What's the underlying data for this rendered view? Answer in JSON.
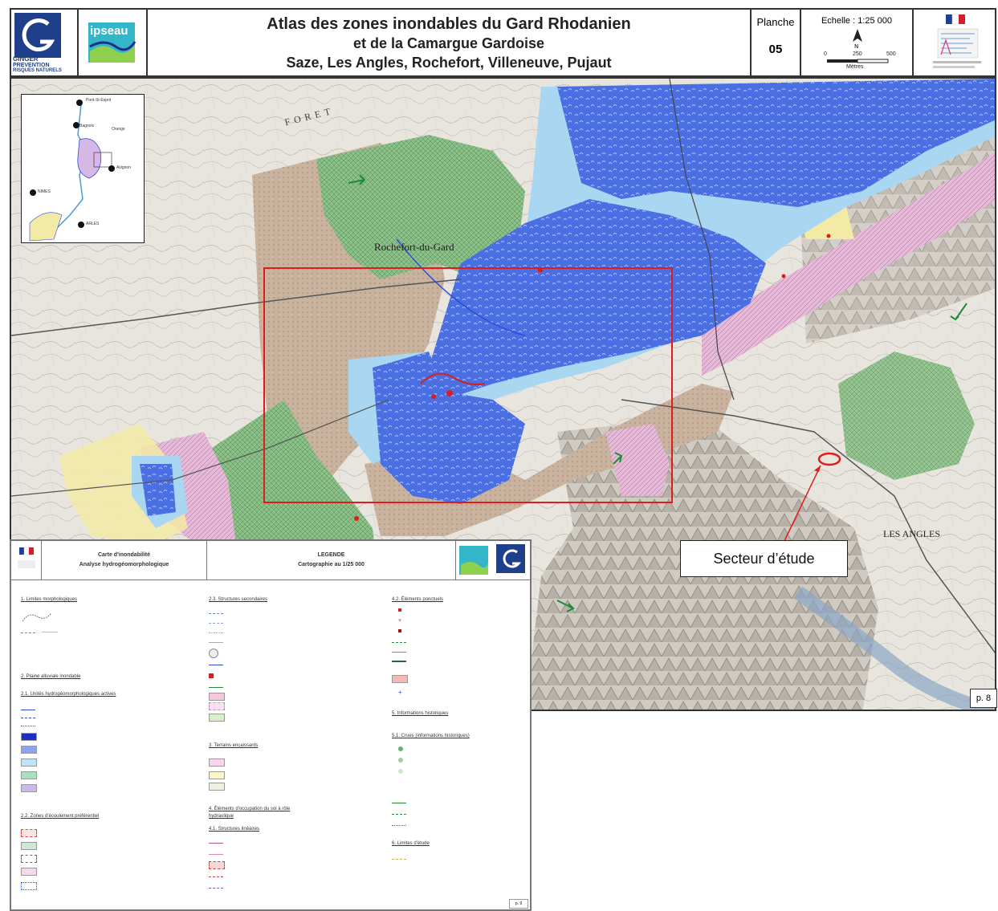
{
  "header": {
    "logo_ginger_text": "GINGER",
    "logo_ginger_sub1": "PREVENTION",
    "logo_ginger_sub2": "RISQUES NATURELS",
    "logo_ipseau_text": "ipseau",
    "title_line1": "Atlas des zones inondables du Gard Rhodanien",
    "title_line2": "et de la Camargue Gardoise",
    "title_line3": "Saze, Les Angles, Rochefort, Villeneuve, Pujaut",
    "planche_label": "Planche",
    "planche_value": "05",
    "echelle_label": "Echelle : 1:25 000",
    "scale_ticks": [
      "0",
      "250",
      "500"
    ],
    "scale_unit": "Mètres"
  },
  "map": {
    "place_labels": {
      "rochefort": "Rochefort-du-Gard",
      "les_angles": "LES ANGLES",
      "foret": "FORET"
    },
    "page_number": "p. 8",
    "annotation": "Secteur d’étude"
  },
  "inset": {
    "towns": [
      "Pont-St-Esprit",
      "Bagnols",
      "Orange",
      "Avignon",
      "NIMES",
      "ARLES"
    ]
  },
  "legend": {
    "title_left_1": "Carte d'inondabilité",
    "title_left_2": "Analyse hydrogéomorphologique",
    "title_mid_1": "LEGENDE",
    "title_mid_2": "Cartographie au 1/25 000",
    "col1_sections": [
      "1. Limites morphologiques",
      "2. Plaine alluviale inondable",
      "2.1. Unités hydrogéomorphologiques actives",
      "2.2. Zones d'écoulement préférentiel"
    ],
    "col2_sections": [
      "2.3. Structures secondaires",
      "3. Terrains encaissants",
      "4. Éléments d'occupation du sol à rôle hydraulique",
      "4.1. Structures linéaires"
    ],
    "col3_sections": [
      "4.2. Éléments ponctuels",
      "5. Informations historiques",
      "5.1. Crues (informations historiques)",
      "6. Limites d'étude"
    ],
    "page": "p. 9"
  },
  "colors": {
    "flood_blue": "#4a6fe3",
    "flood_light_blue": "#a9d6f0",
    "green_zone": "#8dc08a",
    "brown_zone": "#c9b29e",
    "pink_zone": "#d9a9cf",
    "yellow_zone": "#f3eaa6",
    "study_frame": "#e01b1b"
  }
}
